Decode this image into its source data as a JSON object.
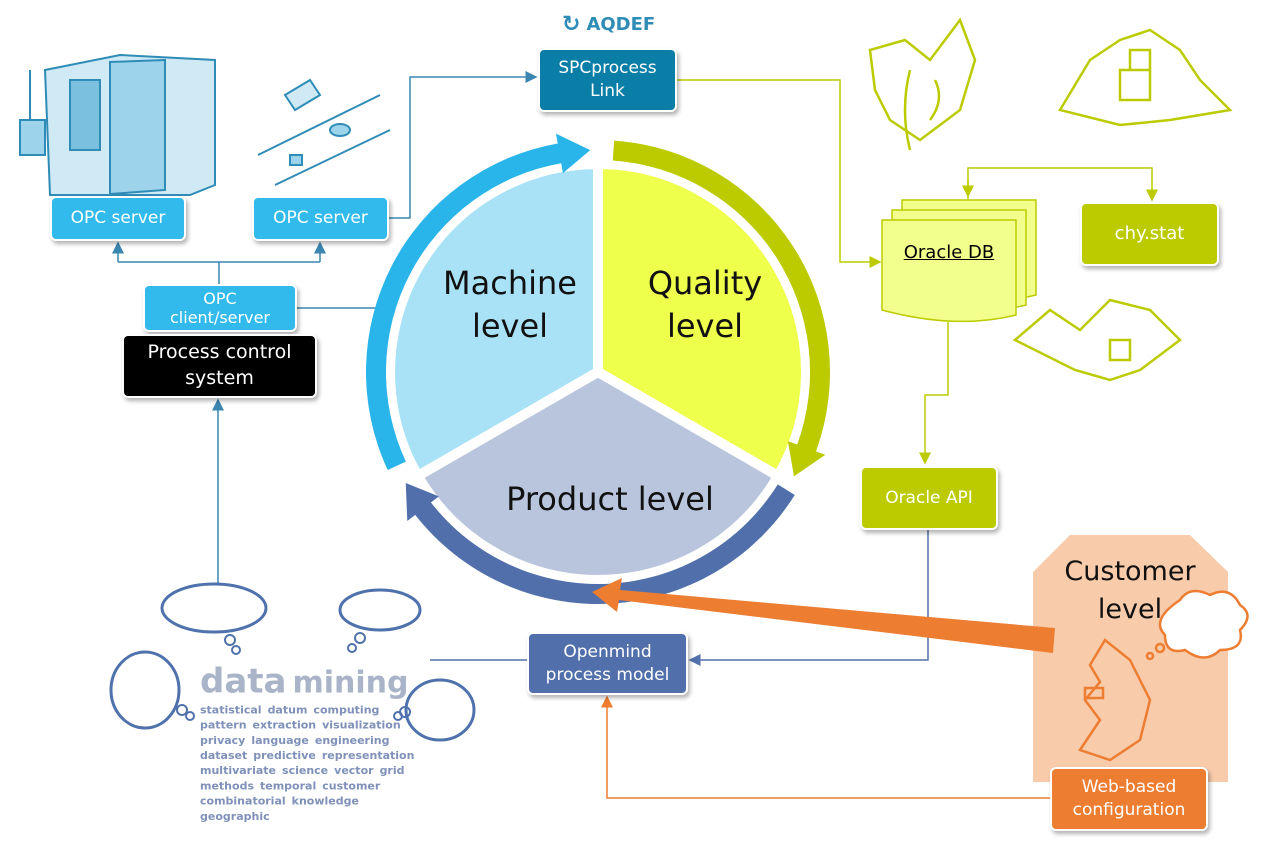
{
  "colors": {
    "machine": "#a9e2f7",
    "machine_arrow": "#2ab5ea",
    "quality": "#eeff4c",
    "quality_arrow": "#bccb00",
    "product": "#b9c5dd",
    "product_arrow": "#5170ab",
    "orange": "#ed7d31",
    "customer": "#f8cbab",
    "spc": "#0b7ea8",
    "opc": "#32baed"
  },
  "cycle": {
    "machine": "Machine level",
    "quality": "Quality level",
    "product": "Product level"
  },
  "machine_side": {
    "opc_server_1": "OPC server",
    "opc_server_2": "OPC server",
    "opc_client": "OPC client/server",
    "process_control": "Process control system"
  },
  "aqdef": {
    "logo_label": "AQDEF",
    "icon": "refresh-icon",
    "spc_box": "SPCprocess Link"
  },
  "quality_side": {
    "oracle_db": "Oracle DB",
    "chy_stat": "chy.stat",
    "oracle_api": "Oracle API"
  },
  "product_side": {
    "openmind": "Openmind process model"
  },
  "customer": {
    "label": "Customer level",
    "web_config": "Web-based configuration"
  },
  "word_cloud": [
    "data",
    "mining",
    "statistical",
    "datum",
    "computing",
    "pattern",
    "extraction",
    "visualization",
    "privacy",
    "language",
    "engineering",
    "dataset",
    "predictive",
    "representation",
    "multivariate",
    "science",
    "vector",
    "grid",
    "methods",
    "temporal",
    "customer",
    "combinatorial",
    "knowledge",
    "geographic"
  ]
}
